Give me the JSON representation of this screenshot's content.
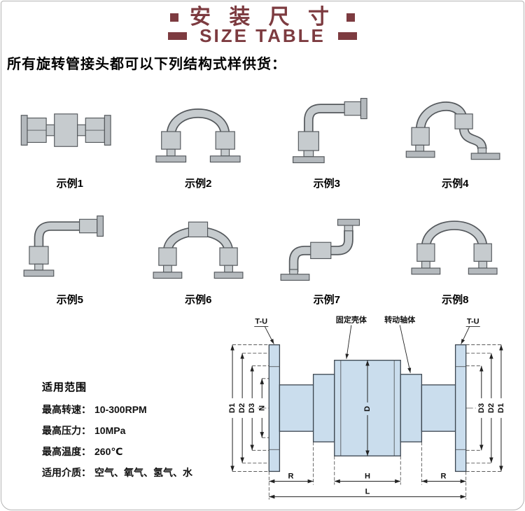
{
  "colors": {
    "accent": "#7d3b40",
    "diagram_body": "#cadded",
    "metal_gray": "#c6cbce",
    "metal_dark": "#54585c",
    "plate_gray": "#b4b9bd"
  },
  "header": {
    "title_cn": "安 装 尺 寸",
    "title_en": "SIZE TABLE"
  },
  "intro": {
    "text": "所有旋转管接头都可以下列结构式样供货："
  },
  "examples": [
    {
      "label": "示例1"
    },
    {
      "label": "示例2"
    },
    {
      "label": "示例3"
    },
    {
      "label": "示例4"
    },
    {
      "label": "示例5"
    },
    {
      "label": "示例6"
    },
    {
      "label": "示例7"
    },
    {
      "label": "示例8"
    }
  ],
  "specs": {
    "heading": "适用范围",
    "items": [
      {
        "label": "最高转速：",
        "value": "10-300RPM"
      },
      {
        "label": "最高压力：",
        "value": "10MPa"
      },
      {
        "label": "最高温度：",
        "value": "260℃"
      },
      {
        "label": "适用介质：",
        "value": "空气、氧气、氢气、水"
      }
    ]
  },
  "diagram": {
    "labels": {
      "tu_left": "T-U",
      "fixed_housing": "固定壳体",
      "rotating_shaft": "转动轴体",
      "tu_right": "T-U",
      "dim_d1_left": "D1",
      "dim_d2_left": "D2",
      "dim_d3_left": "D3",
      "dim_n": "N",
      "dim_d": "D",
      "dim_d3_right": "D3",
      "dim_d2_right": "D2",
      "dim_d1_right": "D1",
      "dim_r_left": "R",
      "dim_h": "H",
      "dim_r_right": "R",
      "dim_l": "L"
    }
  }
}
